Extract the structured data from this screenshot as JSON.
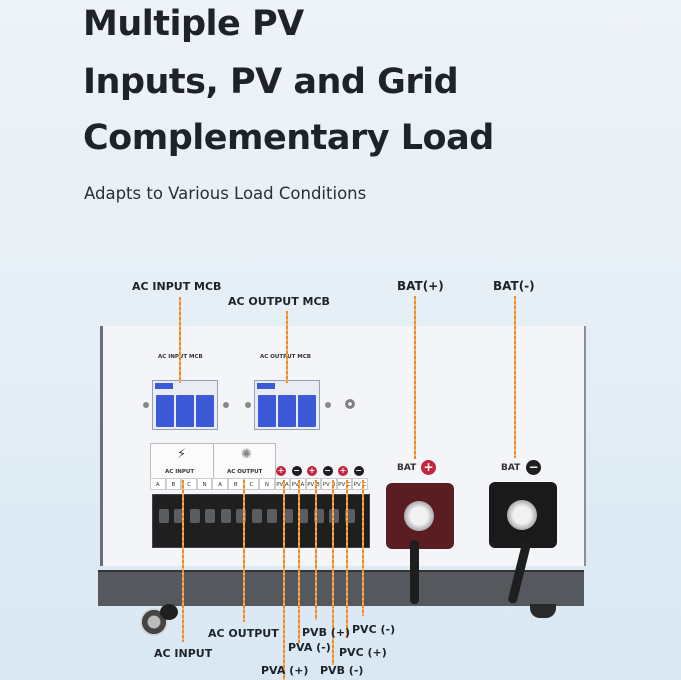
{
  "header": {
    "title_lines": [
      "Multiple PV",
      "Inputs, PV and Grid",
      "Complementary Load"
    ],
    "subtitle": "Adapts to Various Load Conditions"
  },
  "callouts": {
    "ac_input_mcb": "AC INPUT MCB",
    "ac_output_mcb": "AC OUTPUT MCB",
    "bat_pos": "BAT(+)",
    "bat_neg": "BAT(-)",
    "ac_input": "AC INPUT",
    "ac_output": "AC OUTPUT",
    "pva_pos": "PVA (+)",
    "pva_neg": "PVA (-)",
    "pvb_pos": "PVB (+)",
    "pvb_neg": "PVB (-)",
    "pvc_pos": "PVC (+)",
    "pvc_neg": "PVC (-)"
  },
  "panel": {
    "mcb_input_label": "AC INPUT MCB",
    "mcb_output_label": "AC OUTPUT MCB",
    "ac_input_box": "AC INPUT",
    "ac_output_box": "AC OUTPUT",
    "ac_cells": [
      "A",
      "B",
      "C",
      "N",
      "A",
      "B",
      "C",
      "N"
    ],
    "pv_cells": [
      "PV A",
      "PV A",
      "PV B",
      "PV B",
      "PV C",
      "PV C"
    ],
    "pv_symbols": [
      "+",
      "−",
      "+",
      "−",
      "+",
      "−"
    ],
    "bat_label": "BAT",
    "bat_pos_symbol": "+",
    "bat_neg_symbol": "−"
  },
  "colors": {
    "leader": "#f08a24",
    "positive": "#c2273d",
    "negative": "#1e1e1e",
    "bat_pos_plate": "#5a1e22",
    "mcb_blue": "#3d5ad6"
  }
}
